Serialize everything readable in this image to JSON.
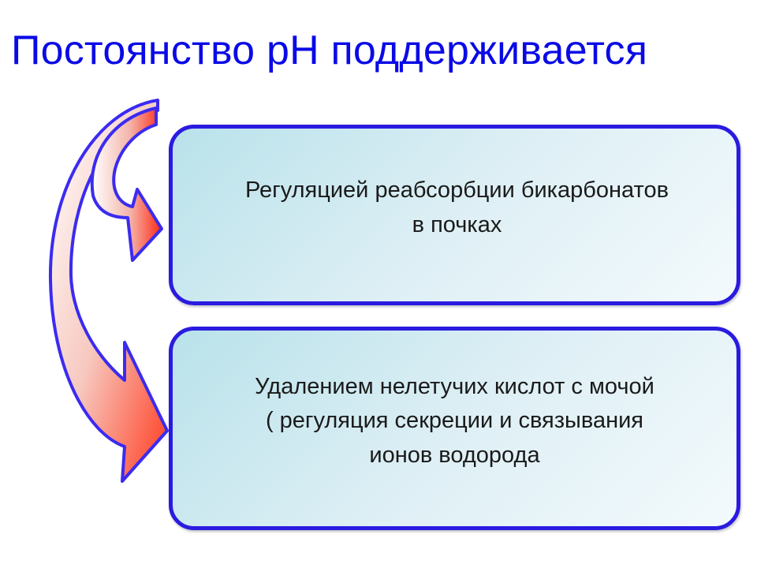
{
  "title": "Постоянство pH поддерживается",
  "boxes": [
    {
      "lines": [
        "Регуляцией реабсорбции бикарбонатов",
        "в почках"
      ]
    },
    {
      "lines": [
        "Удалением нелетучих кислот с мочой",
        "( регуляция секреции и связывания",
        "ионов водорода"
      ]
    }
  ],
  "colors": {
    "title": "#0a0ae6",
    "box_border": "#2a1be0",
    "box_fill": "#cfeaf1",
    "arrow_red": "#ff2a14",
    "arrow_outline": "#3b2bf0"
  }
}
